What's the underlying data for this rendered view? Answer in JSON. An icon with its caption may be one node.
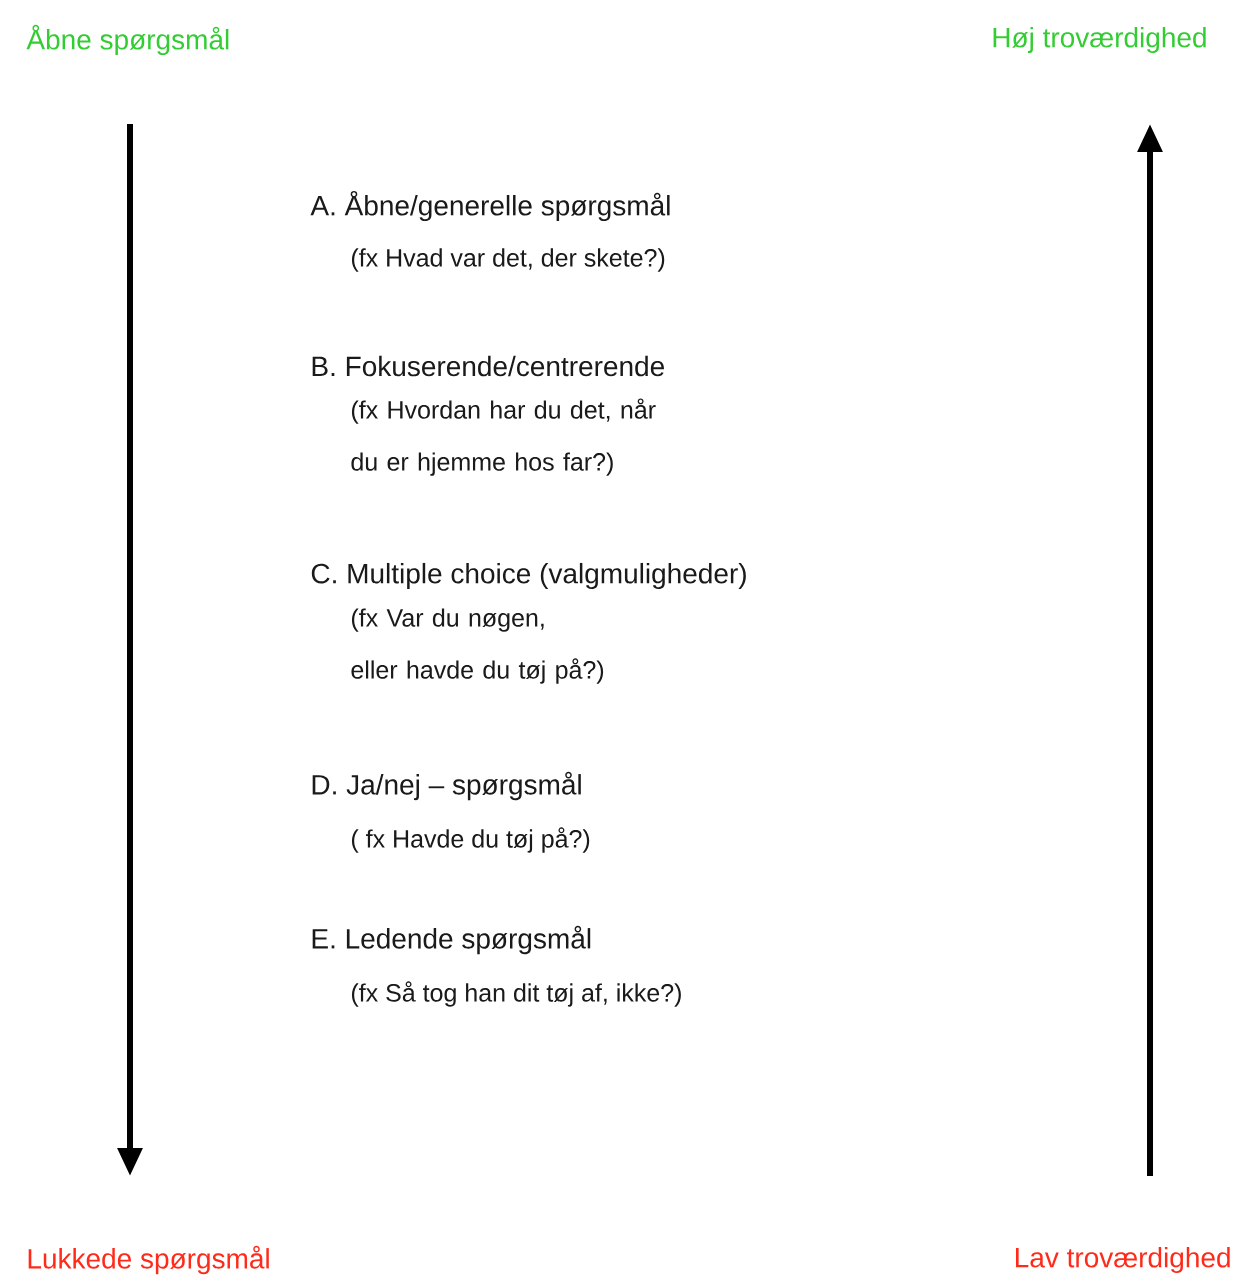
{
  "diagram": {
    "nodes": [
      {
        "text": [
          "Åbne spørgsmål"
        ]
      },
      {
        "text": [
          "Høj troværdighed"
        ]
      },
      {
        "text": [
          "Lukkede spørgsmål"
        ]
      },
      {
        "text": [
          "Lav troværdighed"
        ]
      }
    ],
    "edges": [
      {
        "from": 0,
        "to": 2,
        "arrow": "to"
      },
      {
        "from": 3,
        "to": 1,
        "arrow": "to"
      }
    ],
    "labels": [
      "A. Åbne/generelle spørgsmål",
      "(fx Hvad var det, der skete?)",
      "B. Fokuserende/centrerende",
      "(fx Hvordan har du det, når du er hjemme hos far?)",
      "C. Multiple choice (valgmuligheder)",
      "(fx Var du nøgen, eller havde du tøj på?)",
      "D. Ja/nej – spørgsmål",
      "( fx Havde du tøj på?)",
      "E. Ledende spørgsmål",
      "(fx Så tog han dit tøj af, ikke?)"
    ]
  }
}
